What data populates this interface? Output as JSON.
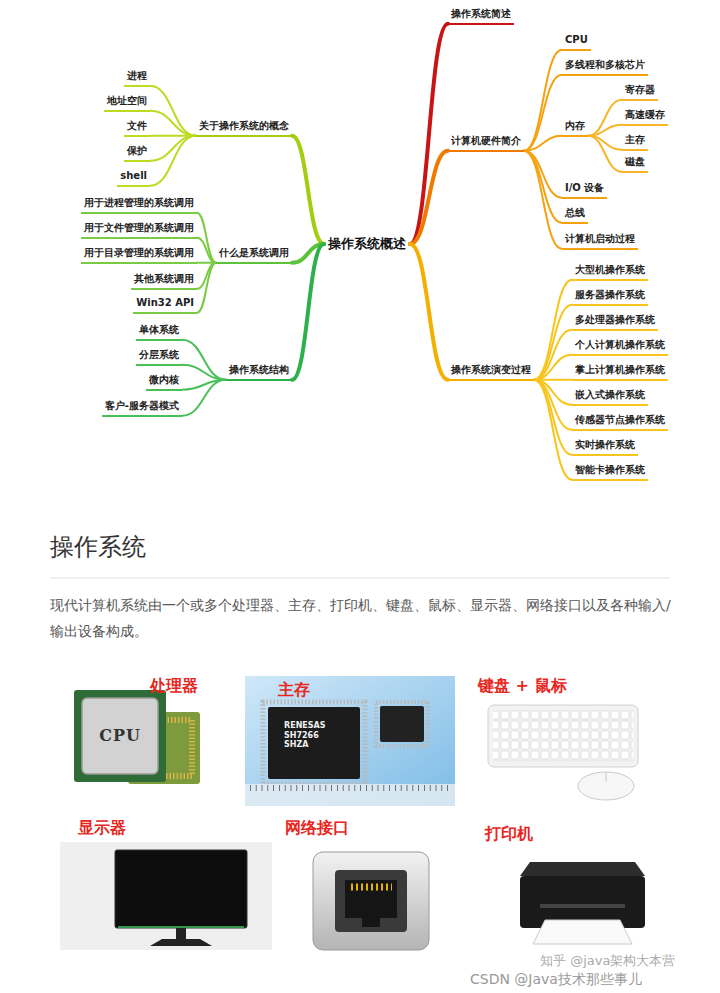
{
  "diagram": {
    "title": "操作系统",
    "nodes": [
      {
        "text": [
          "操作系统概述"
        ]
      },
      {
        "text": [
          "操作系统简述"
        ]
      },
      {
        "text": [
          "计算机硬件简介"
        ]
      },
      {
        "text": [
          "CPU"
        ]
      },
      {
        "text": [
          "多线程和多核芯片"
        ]
      },
      {
        "text": [
          "内存"
        ]
      },
      {
        "text": [
          "寄存器"
        ]
      },
      {
        "text": [
          "高速缓存"
        ]
      },
      {
        "text": [
          "主存"
        ]
      },
      {
        "text": [
          "磁盘"
        ]
      },
      {
        "text": [
          "I/O 设备"
        ]
      },
      {
        "text": [
          "总线"
        ]
      },
      {
        "text": [
          "计算机启动过程"
        ]
      },
      {
        "text": [
          "操作系统演变过程"
        ]
      },
      {
        "text": [
          "大型机操作系统"
        ]
      },
      {
        "text": [
          "服务器操作系统"
        ]
      },
      {
        "text": [
          "多处理器操作系统"
        ]
      },
      {
        "text": [
          "个人计算机操作系统"
        ]
      },
      {
        "text": [
          "掌上计算机操作系统"
        ]
      },
      {
        "text": [
          "嵌入式操作系统"
        ]
      },
      {
        "text": [
          "传感器节点操作系统"
        ]
      },
      {
        "text": [
          "实时操作系统"
        ]
      },
      {
        "text": [
          "智能卡操作系统"
        ]
      },
      {
        "text": [
          "关于操作系统的概念"
        ]
      },
      {
        "text": [
          "进程"
        ]
      },
      {
        "text": [
          "地址空间"
        ]
      },
      {
        "text": [
          "文件"
        ]
      },
      {
        "text": [
          "保护"
        ]
      },
      {
        "text": [
          "shell"
        ]
      },
      {
        "text": [
          "什么是系统调用"
        ]
      },
      {
        "text": [
          "用于进程管理的系统调用"
        ]
      },
      {
        "text": [
          "用于文件管理的系统调用"
        ]
      },
      {
        "text": [
          "用于目录管理的系统调用"
        ]
      },
      {
        "text": [
          "其他系统调用"
        ]
      },
      {
        "text": [
          "Win32 API"
        ]
      },
      {
        "text": [
          "操作系统结构"
        ]
      },
      {
        "text": [
          "单体系统"
        ]
      },
      {
        "text": [
          "分层系统"
        ]
      },
      {
        "text": [
          "微内核"
        ]
      },
      {
        "text": [
          "客户-服务器模式"
        ]
      }
    ],
    "edges": [
      {
        "from": 0,
        "to": 1,
        "arrow": "none"
      },
      {
        "from": 0,
        "to": 2,
        "arrow": "none"
      },
      {
        "from": 0,
        "to": 13,
        "arrow": "none"
      },
      {
        "from": 0,
        "to": 23,
        "arrow": "none"
      },
      {
        "from": 0,
        "to": 29,
        "arrow": "none"
      },
      {
        "from": 0,
        "to": 35,
        "arrow": "none"
      },
      {
        "from": 2,
        "to": 3,
        "arrow": "none"
      },
      {
        "from": 2,
        "to": 4,
        "arrow": "none"
      },
      {
        "from": 2,
        "to": 5,
        "arrow": "none"
      },
      {
        "from": 2,
        "to": 10,
        "arrow": "none"
      },
      {
        "from": 2,
        "to": 11,
        "arrow": "none"
      },
      {
        "from": 2,
        "to": 12,
        "arrow": "none"
      },
      {
        "from": 5,
        "to": 6,
        "arrow": "none"
      },
      {
        "from": 5,
        "to": 7,
        "arrow": "none"
      },
      {
        "from": 5,
        "to": 8,
        "arrow": "none"
      },
      {
        "from": 5,
        "to": 9,
        "arrow": "none"
      },
      {
        "from": 13,
        "to": 14,
        "arrow": "none"
      },
      {
        "from": 13,
        "to": 15,
        "arrow": "none"
      },
      {
        "from": 13,
        "to": 16,
        "arrow": "none"
      },
      {
        "from": 13,
        "to": 17,
        "arrow": "none"
      },
      {
        "from": 13,
        "to": 18,
        "arrow": "none"
      },
      {
        "from": 13,
        "to": 19,
        "arrow": "none"
      },
      {
        "from": 13,
        "to": 20,
        "arrow": "none"
      },
      {
        "from": 13,
        "to": 21,
        "arrow": "none"
      },
      {
        "from": 13,
        "to": 22,
        "arrow": "none"
      },
      {
        "from": 23,
        "to": 24,
        "arrow": "none"
      },
      {
        "from": 23,
        "to": 25,
        "arrow": "none"
      },
      {
        "from": 23,
        "to": 26,
        "arrow": "none"
      },
      {
        "from": 23,
        "to": 27,
        "arrow": "none"
      },
      {
        "from": 23,
        "to": 28,
        "arrow": "none"
      },
      {
        "from": 29,
        "to": 30,
        "arrow": "none"
      },
      {
        "from": 29,
        "to": 31,
        "arrow": "none"
      },
      {
        "from": 29,
        "to": 32,
        "arrow": "none"
      },
      {
        "from": 29,
        "to": 33,
        "arrow": "none"
      },
      {
        "from": 29,
        "to": 34,
        "arrow": "none"
      },
      {
        "from": 35,
        "to": 36,
        "arrow": "none"
      },
      {
        "from": 35,
        "to": 37,
        "arrow": "none"
      },
      {
        "from": 35,
        "to": 38,
        "arrow": "none"
      },
      {
        "from": 35,
        "to": 39,
        "arrow": "none"
      }
    ],
    "labels": [
      "现代计算机系统由一个或多个处理器、主存、打印机、键盘、鼠标、显示器、网络接口以及各种输入/输出设备构成。",
      "处理器",
      "CPU",
      "主存",
      "RENESAS SH7266 SHZA",
      "键盘 + 鼠标",
      "显示器",
      "网络接口",
      "打印机",
      "知乎 @java架构大本营",
      "CSDN @Java技术那些事儿"
    ]
  }
}
